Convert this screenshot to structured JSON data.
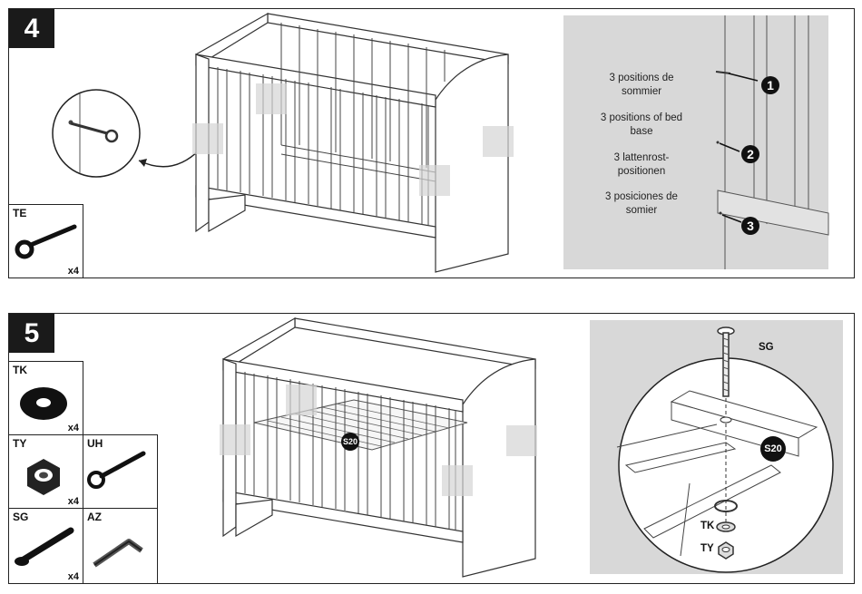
{
  "step4": {
    "number": "4",
    "part": {
      "code": "TE",
      "qty": "x4",
      "icon": "eye-bolt-icon"
    },
    "labels": [
      "3 positions de\nsommier",
      "3 positions of bed\nbase",
      "3 lattenrost-\npositionen",
      "3 posiciones de\nsomier"
    ],
    "positions": [
      "1",
      "2",
      "3"
    ]
  },
  "step5": {
    "number": "5",
    "parts": [
      {
        "code": "TK",
        "qty": "x4",
        "icon": "washer-icon"
      },
      {
        "code": "TY",
        "qty": "x4",
        "icon": "nut-icon"
      },
      {
        "code": "UH",
        "qty": "",
        "icon": "wrench-icon"
      },
      {
        "code": "SG",
        "qty": "x4",
        "icon": "bolt-icon"
      },
      {
        "code": "AZ",
        "qty": "",
        "icon": "allen-key-icon"
      }
    ],
    "slatbase_label": "S20",
    "detail": {
      "bolt": "SG",
      "slat": "S20",
      "washer": "TK",
      "nut": "TY"
    }
  },
  "colors": {
    "frame": "#222222",
    "grey_panel": "#d4d4d4",
    "badge": "#111111"
  }
}
